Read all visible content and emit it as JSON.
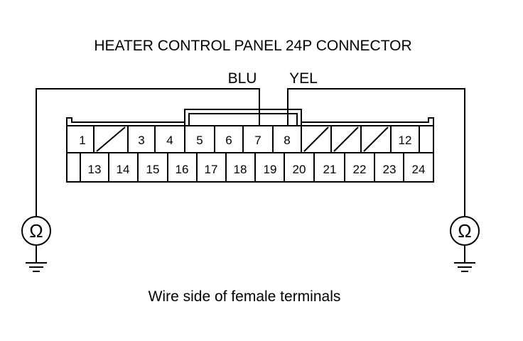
{
  "title": "HEATER CONTROL PANEL 24P CONNECTOR",
  "wires": {
    "left": "BLU",
    "right": "YEL"
  },
  "terminals_top": [
    "1",
    "",
    "3",
    "4",
    "5",
    "6",
    "7",
    "8",
    "",
    "",
    "",
    "12"
  ],
  "terminals_bottom": [
    "13",
    "14",
    "15",
    "16",
    "17",
    "18",
    "19",
    "20",
    "21",
    "22",
    "23",
    "24"
  ],
  "meters": {
    "symbol": "Ω"
  },
  "caption": "Wire side of female terminals",
  "colors": {
    "line": "#000000",
    "background": "#ffffff"
  }
}
